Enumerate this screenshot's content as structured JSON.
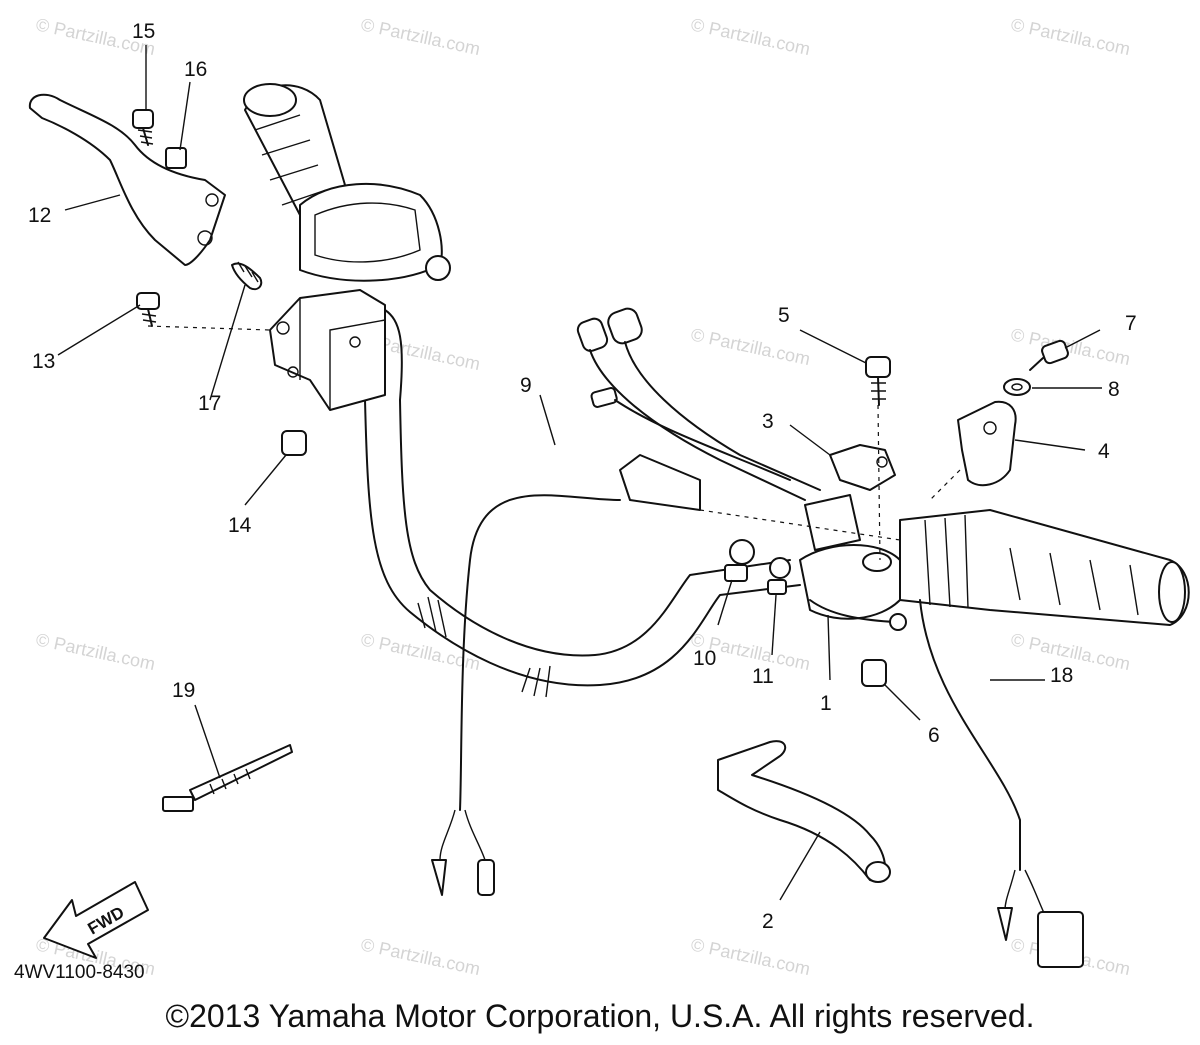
{
  "watermark": "© Partzilla.com",
  "diagram_code": "4WV1100-8430",
  "fwd_label": "FWD",
  "copyright": "©2013 Yamaha Motor Corporation, U.S.A. All rights reserved.",
  "callouts": {
    "c1": "1",
    "c2": "2",
    "c3": "3",
    "c4": "4",
    "c5": "5",
    "c6": "6",
    "c7": "7",
    "c8": "8",
    "c9": "9",
    "c10": "10",
    "c11": "11",
    "c12": "12",
    "c13": "13",
    "c14": "14",
    "c15": "15",
    "c16": "16",
    "c17": "17",
    "c18": "18",
    "c19": "19"
  }
}
